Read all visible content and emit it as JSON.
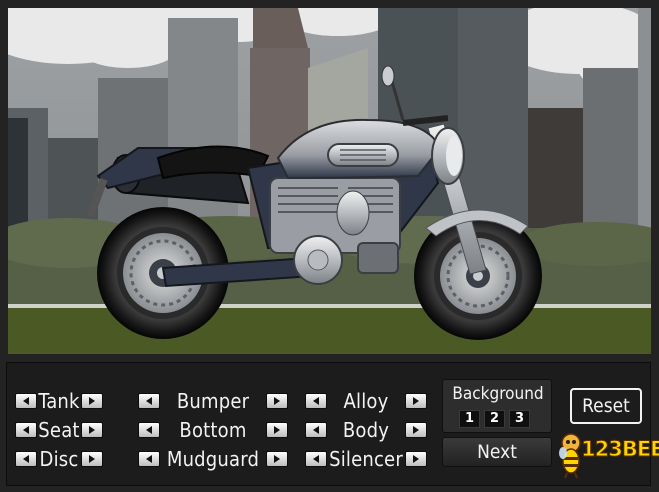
{
  "controls": {
    "tank": "Tank",
    "seat": "Seat",
    "disc": "Disc",
    "bumper": "Bumper",
    "bottom": "Bottom",
    "mudguard": "Mudguard",
    "alloy": "Alloy",
    "body": "Body",
    "silencer": "Silencer"
  },
  "background": {
    "title": "Background",
    "options": [
      "1",
      "2",
      "3"
    ]
  },
  "buttons": {
    "next": "Next",
    "reset": "Reset"
  },
  "logo": "123BEE",
  "colors": {
    "sky": "#8f9396",
    "grass": "#4b5a25",
    "panel": "#1c1c1c",
    "bike_body": "#2f3748",
    "chrome": "#c9ccd0",
    "logo": "#ffd400"
  },
  "icons": [
    "arrow-left-icon",
    "arrow-right-icon",
    "bee-mascot-icon"
  ]
}
